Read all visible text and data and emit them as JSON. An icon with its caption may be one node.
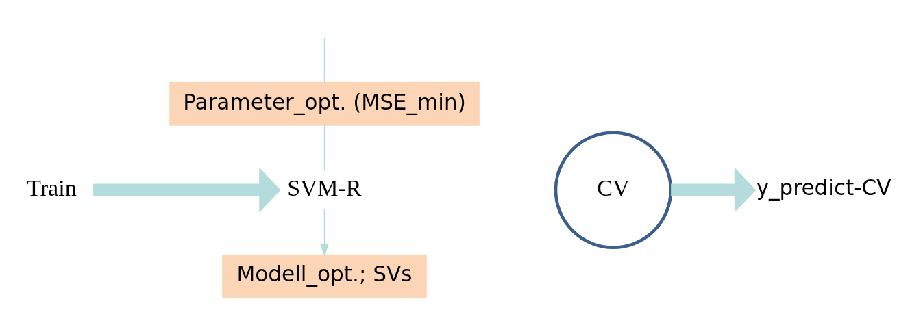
{
  "diagram": {
    "nodes": [
      {
        "text": [
          "Train"
        ]
      },
      {
        "text": [
          "SVM-R"
        ]
      },
      {
        "text": [
          "CV"
        ]
      },
      {
        "text": [
          "Parameter_opt. (MSE_min)"
        ]
      },
      {
        "text": [
          "Modell_opt.; SVs"
        ]
      },
      {
        "text": [
          "y_predict-CV"
        ]
      }
    ],
    "edges": [
      {
        "from": 0,
        "to": 1,
        "arrow": "to",
        "style": "thick"
      },
      {
        "from": 2,
        "to": 5,
        "arrow": "to",
        "style": "thick"
      },
      {
        "from": null,
        "to": 3,
        "arrow": "none"
      },
      {
        "from": 3,
        "to": 1,
        "arrow": "none"
      },
      {
        "from": 1,
        "to": 4,
        "arrow": "to"
      }
    ]
  }
}
